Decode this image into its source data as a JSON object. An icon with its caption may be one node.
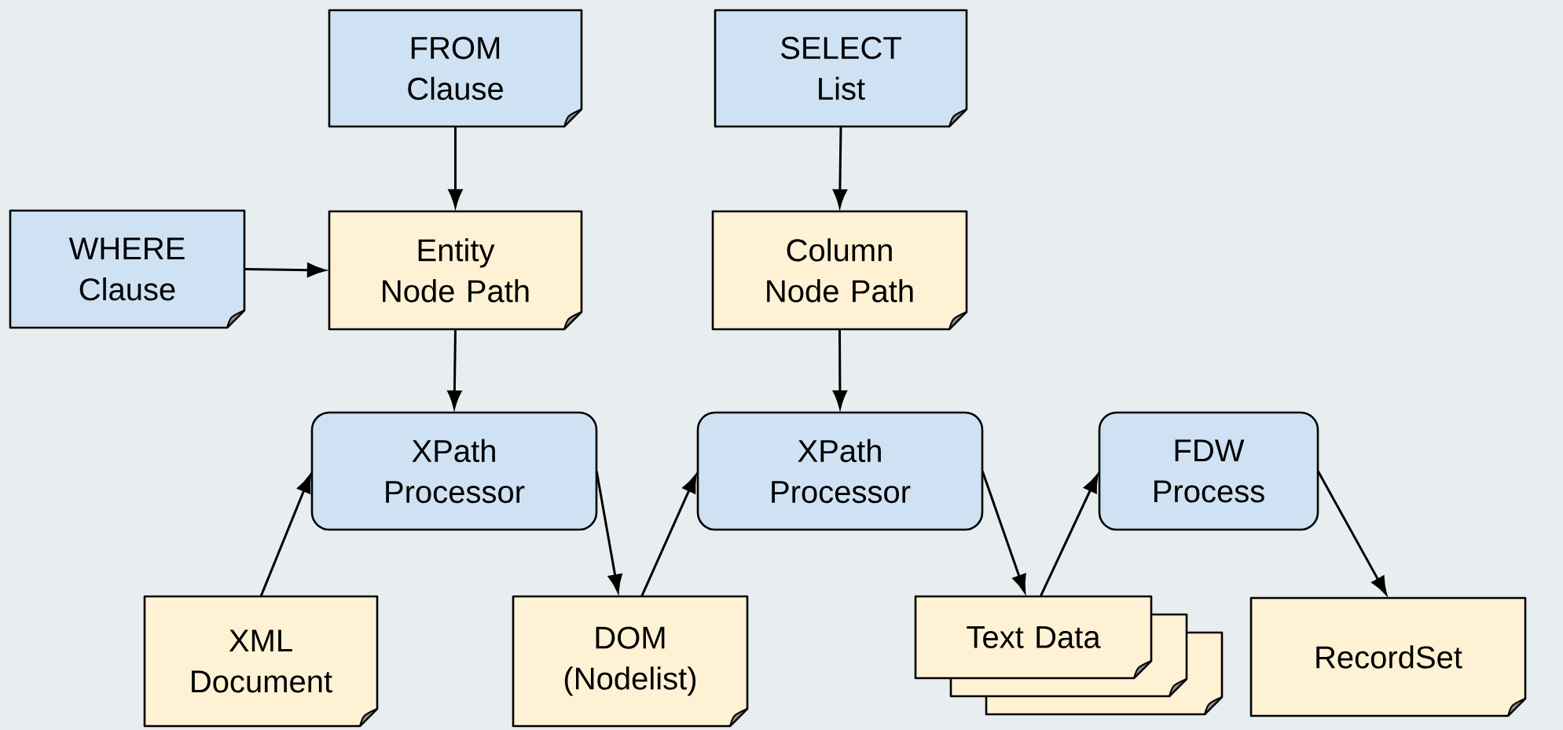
{
  "diagram": {
    "nodes": [
      {
        "text": [
          "FROM Clause"
        ]
      },
      {
        "text": [
          "SELECT List"
        ]
      },
      {
        "text": [
          "WHERE Clause"
        ]
      },
      {
        "text": [
          "Entity Node Path"
        ]
      },
      {
        "text": [
          "Column Node Path"
        ]
      },
      {
        "text": [
          "XPath Processor"
        ]
      },
      {
        "text": [
          "XPath Processor"
        ]
      },
      {
        "text": [
          "FDW Process"
        ]
      },
      {
        "text": [
          "XML Document"
        ]
      },
      {
        "text": [
          "DOM (Nodelist)"
        ]
      },
      {
        "text": [
          "Text Data"
        ]
      },
      {
        "text": [
          "RecordSet"
        ]
      }
    ],
    "edges": [
      {
        "from": 0,
        "to": 3,
        "arrow": "to"
      },
      {
        "from": 1,
        "to": 4,
        "arrow": "to"
      },
      {
        "from": 2,
        "to": 3,
        "arrow": "to"
      },
      {
        "from": 3,
        "to": 5,
        "arrow": "to"
      },
      {
        "from": 4,
        "to": 6,
        "arrow": "to"
      },
      {
        "from": 8,
        "to": 5,
        "arrow": "to"
      },
      {
        "from": 5,
        "to": 9,
        "arrow": "to"
      },
      {
        "from": 9,
        "to": 6,
        "arrow": "to"
      },
      {
        "from": 6,
        "to": 10,
        "arrow": "to"
      },
      {
        "from": 10,
        "to": 7,
        "arrow": "to"
      },
      {
        "from": 7,
        "to": 11,
        "arrow": "to"
      }
    ]
  }
}
